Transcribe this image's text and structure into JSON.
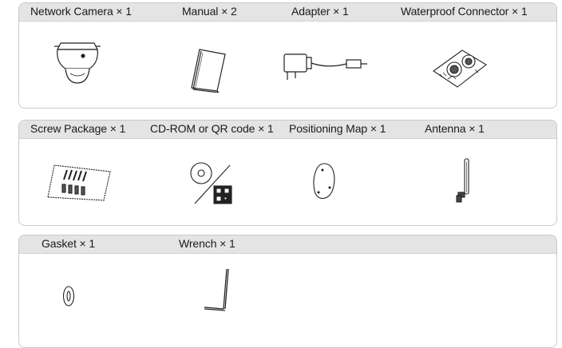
{
  "panels": [
    {
      "items": [
        {
          "label": "Network Camera × 1",
          "icon": "network-camera-icon"
        },
        {
          "label": "Manual × 2",
          "icon": "manual-icon"
        },
        {
          "label": "Adapter × 1",
          "icon": "adapter-icon"
        },
        {
          "label": "Waterproof Connector × 1",
          "icon": "waterproof-connector-icon"
        }
      ]
    },
    {
      "items": [
        {
          "label": "Screw Package × 1",
          "icon": "screw-package-icon"
        },
        {
          "label": "CD-ROM or QR code × 1",
          "icon": "cdrom-qr-icon"
        },
        {
          "label": "Positioning Map × 1",
          "icon": "positioning-map-icon"
        },
        {
          "label": "Antenna × 1",
          "icon": "antenna-icon"
        }
      ]
    },
    {
      "items": [
        {
          "label": "Gasket × 1",
          "icon": "gasket-icon"
        },
        {
          "label": "Wrench × 1",
          "icon": "wrench-icon"
        }
      ]
    }
  ]
}
